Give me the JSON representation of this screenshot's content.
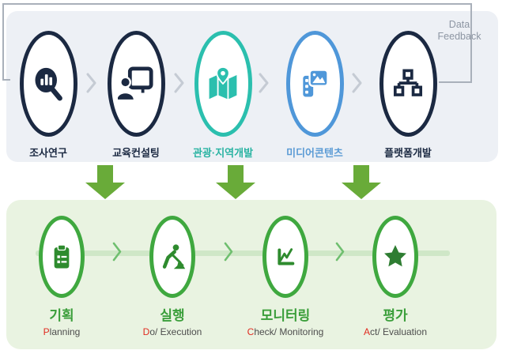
{
  "top_section": {
    "feedback_label_line1": "Data",
    "feedback_label_line2": "Feedback",
    "items": [
      {
        "label": "조사연구",
        "icon": "search-chart-icon",
        "ring_color": "#1b2942",
        "label_color": "#1b2942"
      },
      {
        "label": "교육컨설팅",
        "icon": "presentation-trainer-icon",
        "ring_color": "#1b2942",
        "label_color": "#1b2942"
      },
      {
        "label": "관광·지역개발",
        "icon": "map-pin-icon",
        "ring_color": "#2bbfae",
        "label_color": "#29b3a2"
      },
      {
        "label": "미디어콘텐츠",
        "icon": "film-photo-icon",
        "ring_color": "#4f97d9",
        "label_color": "#5b9bd5"
      },
      {
        "label": "플랫폼개발",
        "icon": "sitemap-icon",
        "ring_color": "#1b2942",
        "label_color": "#1b2942"
      }
    ]
  },
  "bottom_section": {
    "items": [
      {
        "label_ko": "기획",
        "label_en_first": "P",
        "label_en_rest": "lanning",
        "icon": "clipboard-icon"
      },
      {
        "label_ko": "실행",
        "label_en_first": "D",
        "label_en_rest": "o/ Execution",
        "icon": "digging-worker-icon"
      },
      {
        "label_ko": "모니터링",
        "label_en_first": "C",
        "label_en_rest": "heck/ Monitoring",
        "icon": "line-chart-icon"
      },
      {
        "label_ko": "평가",
        "label_en_first": "A",
        "label_en_rest": "ct/ Evaluation",
        "icon": "star-icon"
      }
    ]
  },
  "colors": {
    "panel_top_bg": "#edf0f5",
    "panel_bottom_bg": "#e9f3e1",
    "navy": "#1b2942",
    "teal": "#2bbfae",
    "blue": "#4f97d9",
    "green_ring": "#3fa83f",
    "green_icon": "#2e8b2e",
    "green_label": "#3a9e3a",
    "green_arrow": "#69ab39",
    "flow_line": "#cfe7c7",
    "feedback_line": "#a9b0ba",
    "red_letter": "#e02b20",
    "chevron_gray": "#c5cbd4",
    "chevron_green": "#6fbf6f"
  }
}
